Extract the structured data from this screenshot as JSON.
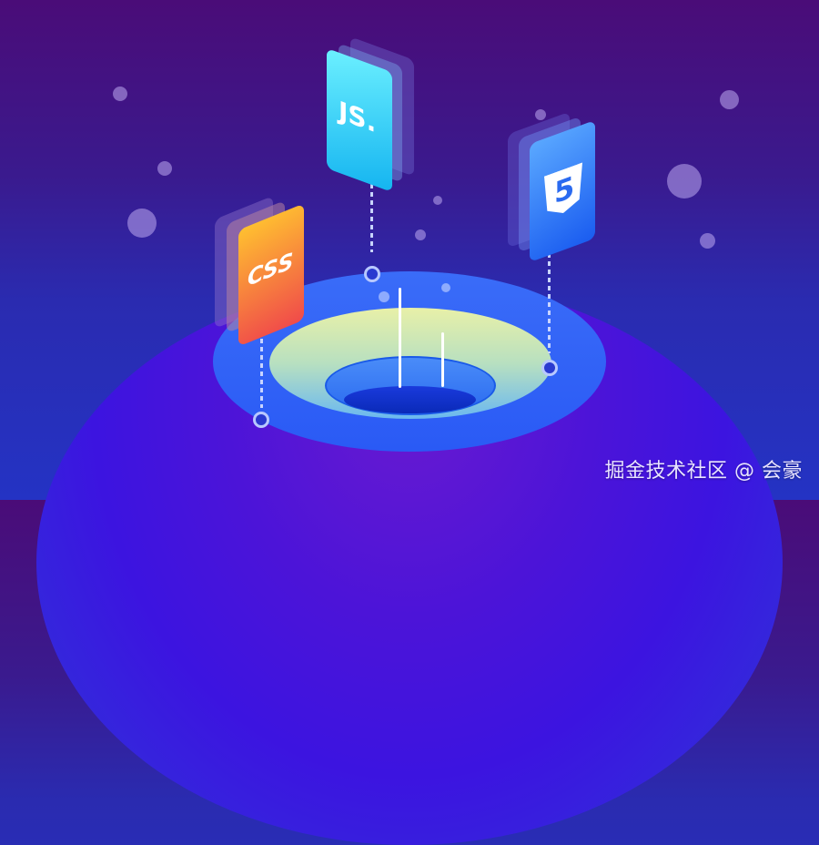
{
  "illustration": {
    "cards": [
      {
        "id": "js",
        "label": "JS.",
        "color_top": "#6cf0ff",
        "color_bottom": "#14b4f0"
      },
      {
        "id": "html5",
        "label": "5",
        "color_top": "#5aa8ff",
        "color_bottom": "#1a5cf0"
      },
      {
        "id": "css",
        "label": "CSS",
        "color_top": "#ffc030",
        "color_bottom": "#f04a4a"
      }
    ],
    "colors": {
      "background_top": "#4a0c78",
      "background_bottom": "#2433c4",
      "planet": "#4c14d8",
      "portal_outer": "#3a6cf8",
      "portal_inner": "#e8f0a8"
    }
  },
  "watermark": {
    "text": "掘金技术社区 @ 会豪"
  }
}
